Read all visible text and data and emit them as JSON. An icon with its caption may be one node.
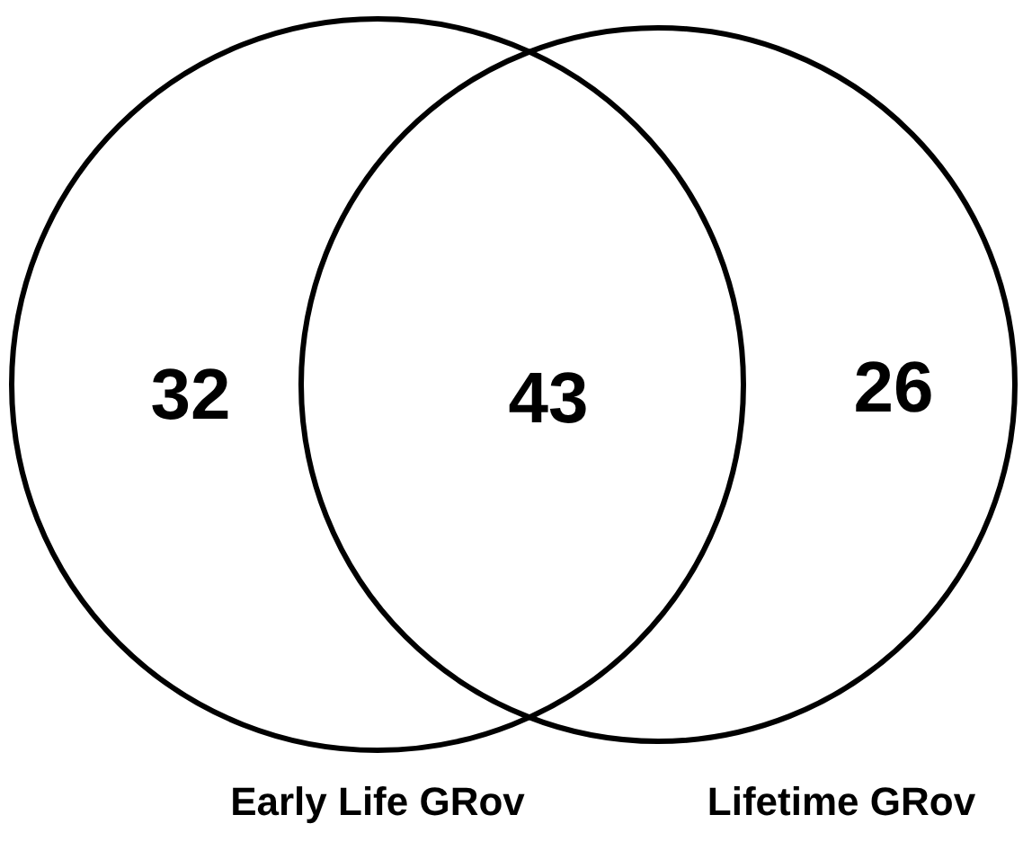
{
  "diagram": {
    "nodes": [
      {
        "text": [],
        "shape": "circle",
        "beside": [
          "Early Life GRov"
        ]
      },
      {
        "text": [],
        "shape": "circle",
        "beside": [
          "Lifetime GRov"
        ]
      }
    ],
    "labels": [
      "32",
      "43",
      "26"
    ]
  }
}
